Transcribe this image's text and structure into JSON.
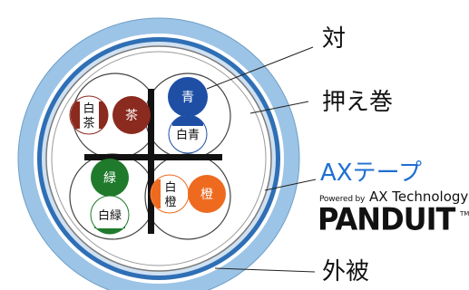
{
  "labels": {
    "pair": "対",
    "binder": "押え巻",
    "tape": "AXテープ",
    "jacket": "外被"
  },
  "brand": {
    "powered_prefix": "Powered by",
    "technology": "AX Technology",
    "logo": "PANDUIT",
    "trademark": "TM"
  },
  "wires": {
    "white_brown": "白茶",
    "brown": "茶",
    "blue": "青",
    "white_blue": "白青",
    "green": "緑",
    "white_green": "白緑",
    "white_orange": "白橙",
    "orange": "橙"
  },
  "colors": {
    "outer_jacket": "#9cc4e6",
    "tape_ring": "#2f6fb5",
    "brown": "#8b2a1e",
    "blue": "#1f4fa5",
    "green": "#1f7a2c",
    "orange": "#ee6a1f",
    "tape_text": "#1f6fd1"
  }
}
